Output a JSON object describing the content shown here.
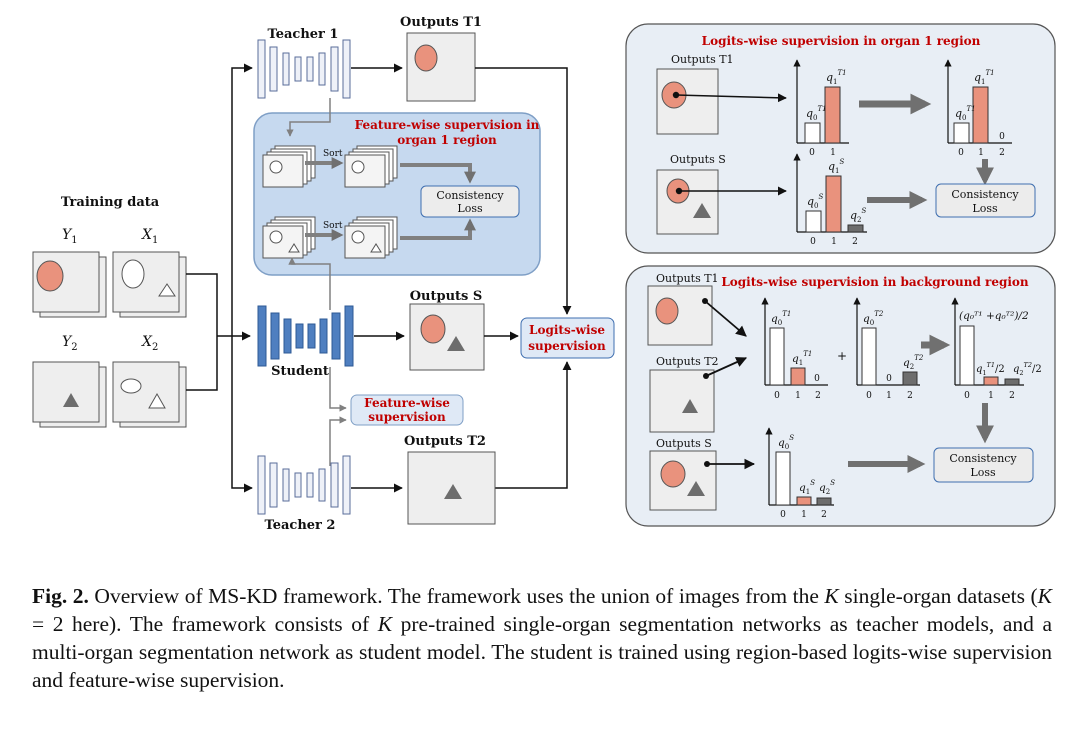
{
  "left": {
    "training_data": "Training data",
    "y1": "Y",
    "y1_sub": "1",
    "x1": "X",
    "x1_sub": "1",
    "y2": "Y",
    "y2_sub": "2",
    "x2": "X",
    "x2_sub": "2"
  },
  "center": {
    "teacher1": "Teacher 1",
    "teacher2": "Teacher 2",
    "student": "Student",
    "outputs_t1": "Outputs T1",
    "outputs_s": "Outputs S",
    "outputs_t2": "Outputs T2",
    "feature_panel_title_1": "Feature-wise supervision in",
    "feature_panel_title_2": "organ 1 region",
    "sort_top": "Sort",
    "sort_bottom": "Sort",
    "consistency_1": "Consistency",
    "consistency_2": "Loss",
    "feature_wise_1": "Feature-wise",
    "feature_wise_2": "supervision",
    "logits_wise_1": "Logits-wise",
    "logits_wise_2": "supervision"
  },
  "panel_top": {
    "title": "Logits-wise supervision in organ 1 region",
    "outputs_t1": "Outputs T1",
    "outputs_s": "Outputs S",
    "ticks_012": [
      "0",
      "1",
      "2"
    ],
    "ticks_01": [
      "0",
      "1"
    ],
    "zero": "0",
    "consistency_1": "Consistency",
    "consistency_2": "Loss"
  },
  "panel_bottom": {
    "title": "Logits-wise supervision in background region",
    "outputs_t1": "Outputs T1",
    "outputs_t2": "Outputs T2",
    "outputs_s": "Outputs S",
    "ticks_012": [
      "0",
      "1",
      "2"
    ],
    "zero": "0",
    "plus": "+",
    "avg_formula": "(q₀ᵀ¹ +q₀ᵀ²)/2",
    "half_1": "/2",
    "half_2": "/2",
    "consistency_1": "Consistency",
    "consistency_2": "Loss"
  },
  "caption": {
    "label": "Fig. 2.",
    "text_1": " Overview of MS-KD framework. The framework uses the union of images from the ",
    "k1": "K",
    "text_2": " single-organ datasets (",
    "k2": "K",
    "text_3": " = 2 here). The framework consists of ",
    "k3": "K",
    "text_4": " pre-trained single-organ segmentation networks as teacher models, and a multi-organ segmentation network as student model. The student is trained using region-based logits-wise supervision and feature-wise supervision."
  },
  "colors": {
    "salmon": "#e9927d",
    "gray_triangle": "#6d6d6d",
    "panel_bg": "#e8eef5",
    "feature_panel_bg": "#c6d9ef",
    "student_blue": "#4f7fc0",
    "teacher_fill": "#eef1f8",
    "title_red": "#c00000",
    "arrow_gray": "#707070"
  }
}
